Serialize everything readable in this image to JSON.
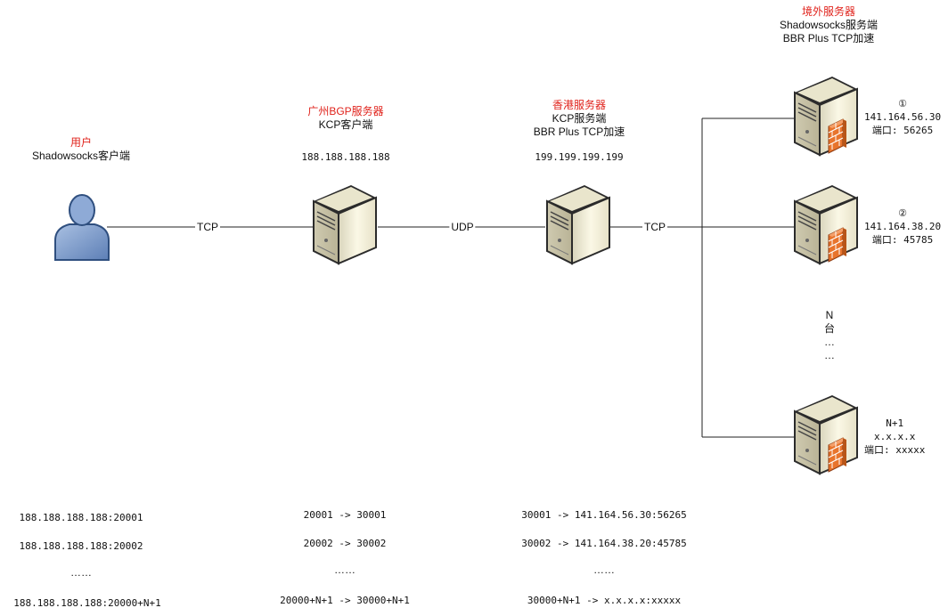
{
  "user": {
    "title": "用户",
    "subtitle": "Shadowsocks客户端"
  },
  "gz": {
    "title": "广州BGP服务器",
    "subtitle": "KCP客户端",
    "ip": "188.188.188.188"
  },
  "hk": {
    "title": "香港服务器",
    "line1": "KCP服务端",
    "line2": "BBR Plus TCP加速",
    "ip": "199.199.199.199"
  },
  "overseas": {
    "title": "境外服务器",
    "line1": "Shadowsocks服务端",
    "line2": "BBR Plus TCP加速"
  },
  "servers": [
    {
      "num": "①",
      "ip": "141.164.56.30",
      "port": "端口: 56265"
    },
    {
      "num": "②",
      "ip": "141.164.38.20",
      "port": "端口: 45785"
    },
    {
      "num": "N+1",
      "ip": "x.x.x.x",
      "port": "端口: xxxxx"
    }
  ],
  "ntai": {
    "n": "N",
    "tai": "台",
    "dots1": "…",
    "dots2": "…"
  },
  "connections": {
    "tcp1": "TCP",
    "udp": "UDP",
    "tcp2": "TCP"
  },
  "mappings": {
    "col1": [
      "188.188.188.188:20001",
      "188.188.188.188:20002",
      "……",
      "188.188.188.188:20000+N+1"
    ],
    "col2": [
      "20001 -> 30001",
      "20002 -> 30002",
      "……",
      "20000+N+1 -> 30000+N+1"
    ],
    "col3": [
      "30001 -> 141.164.56.30:56265",
      "30002 -> 141.164.38.20:45785",
      "……",
      "30000+N+1 -> x.x.x.x:xxxxx"
    ]
  },
  "colors": {
    "accent_red": "#e0231c",
    "server_body": "#f4f0d8",
    "user_blue": "#7f9bc8",
    "firewall": "#e8742c"
  },
  "icons": [
    "user-icon",
    "server-icon",
    "server-firewall-icon"
  ]
}
